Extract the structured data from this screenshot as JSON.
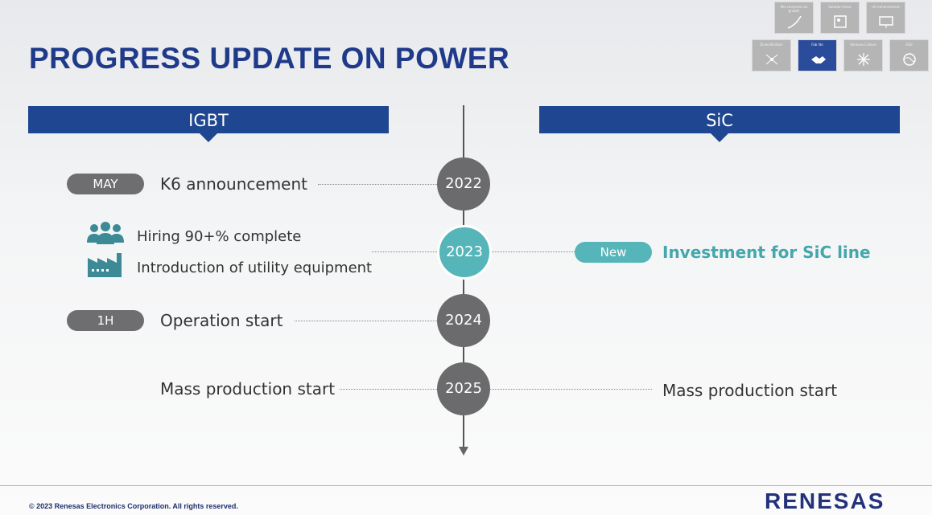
{
  "title": "PROGRESS UPDATE ON POWER",
  "nav_thumbnails": [
    {
      "label": "Mix compress on growth"
    },
    {
      "label": "Solution focus"
    },
    {
      "label": "UX enhancement"
    },
    {
      "label": "Diversification"
    },
    {
      "label": "Fab lite"
    },
    {
      "label": "Renesas Culture"
    },
    {
      "label": "ESG"
    }
  ],
  "left_header": "IGBT",
  "right_header": "SiC",
  "timeline": {
    "years": [
      "2022",
      "2023",
      "2024",
      "2025"
    ],
    "igbt": {
      "may_badge": "MAY",
      "k6": "K6 announcement",
      "hiring": "Hiring 90+% complete",
      "utility": "Introduction of utility equipment",
      "h1_badge": "1H",
      "operation": "Operation start",
      "mass": "Mass production start"
    },
    "sic": {
      "new_badge": "New",
      "investment": "Investment for SiC line",
      "mass": "Mass production start"
    }
  },
  "footer": {
    "copyright": "© 2023 Renesas Electronics Corporation. All rights reserved.",
    "logo": "RENESAS"
  },
  "colors": {
    "title": "#1f3a8a",
    "banner": "#1f4690",
    "accent_teal": "#55b5b9",
    "year_gray": "#6b6b6d"
  }
}
